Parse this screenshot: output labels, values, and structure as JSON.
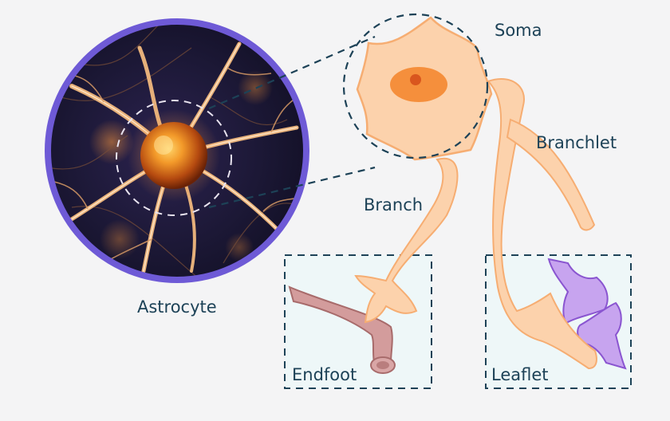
{
  "labels": {
    "soma": "Soma",
    "branchlet": "Branchlet",
    "branch": "Branch",
    "astrocyte": "Astrocyte",
    "endfoot": "Endfoot",
    "leaflet": "Leaflet"
  },
  "colors": {
    "background": "#f4f4f5",
    "text": "#1d4257",
    "cell_fill": "#fcd2ac",
    "cell_stroke": "#f6ad72",
    "nucleus": "#f58f3c",
    "nucleolus": "#d9561e",
    "circle_ring": "#6e5ad6",
    "vessel_fill": "#d39c9c",
    "vessel_stroke": "#a86b6b",
    "synapse_fill": "#c7a4ef",
    "synapse_stroke": "#8a55d0",
    "inset_fill": "#eef7f8",
    "dash": "#1d4257"
  }
}
